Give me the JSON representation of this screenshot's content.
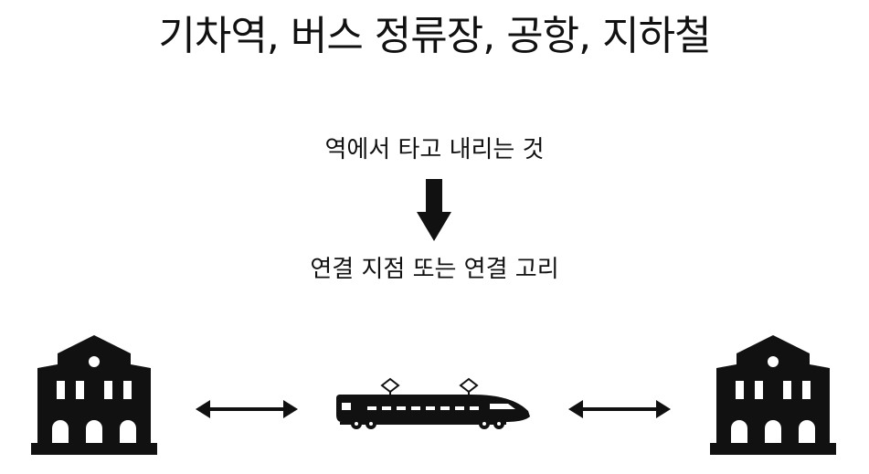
{
  "title": "기차역, 버스 정류장, 공항, 지하철",
  "caption_top": "역에서  타고 내리는 것",
  "caption_bottom": "연결 지점 또는 연결 고리",
  "icons": {
    "left_building": "station-building-icon",
    "left_arrow": "double-arrow-icon",
    "train": "train-icon",
    "right_arrow": "double-arrow-icon",
    "right_building": "station-building-icon",
    "down_arrow": "down-arrow-icon"
  },
  "colors": {
    "ink": "#111111",
    "background": "#ffffff"
  }
}
